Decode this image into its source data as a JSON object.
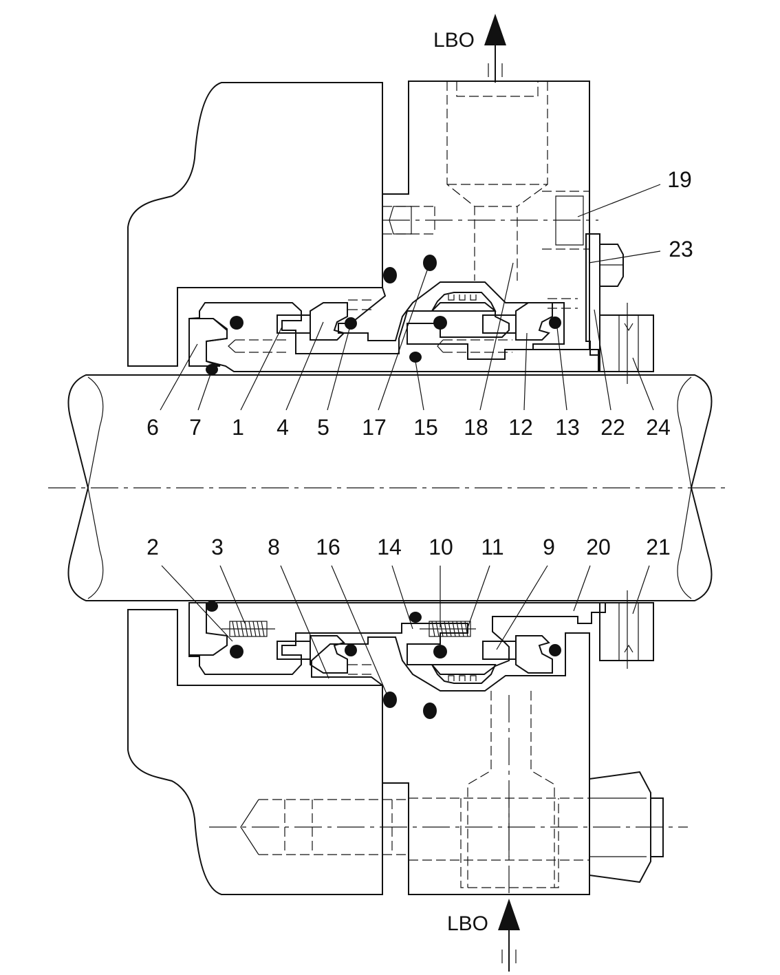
{
  "flow_labels": {
    "top": "LBO",
    "bottom": "LBO"
  },
  "callouts_top": [
    "6",
    "7",
    "1",
    "4",
    "5",
    "17",
    "15",
    "18",
    "12",
    "13",
    "22",
    "24"
  ],
  "callouts_bottom": [
    "2",
    "3",
    "8",
    "16",
    "14",
    "10",
    "11",
    "9",
    "20",
    "21"
  ],
  "callouts_side": [
    "19",
    "23"
  ],
  "colors": {
    "shaft": "#a7d6f2",
    "housing": "#c9e5dc",
    "sleeve": "#cfdfa6",
    "seat": "#24a8dc",
    "seal_face": "#a6c52c",
    "oring": "#111111",
    "outline": "#111111"
  }
}
